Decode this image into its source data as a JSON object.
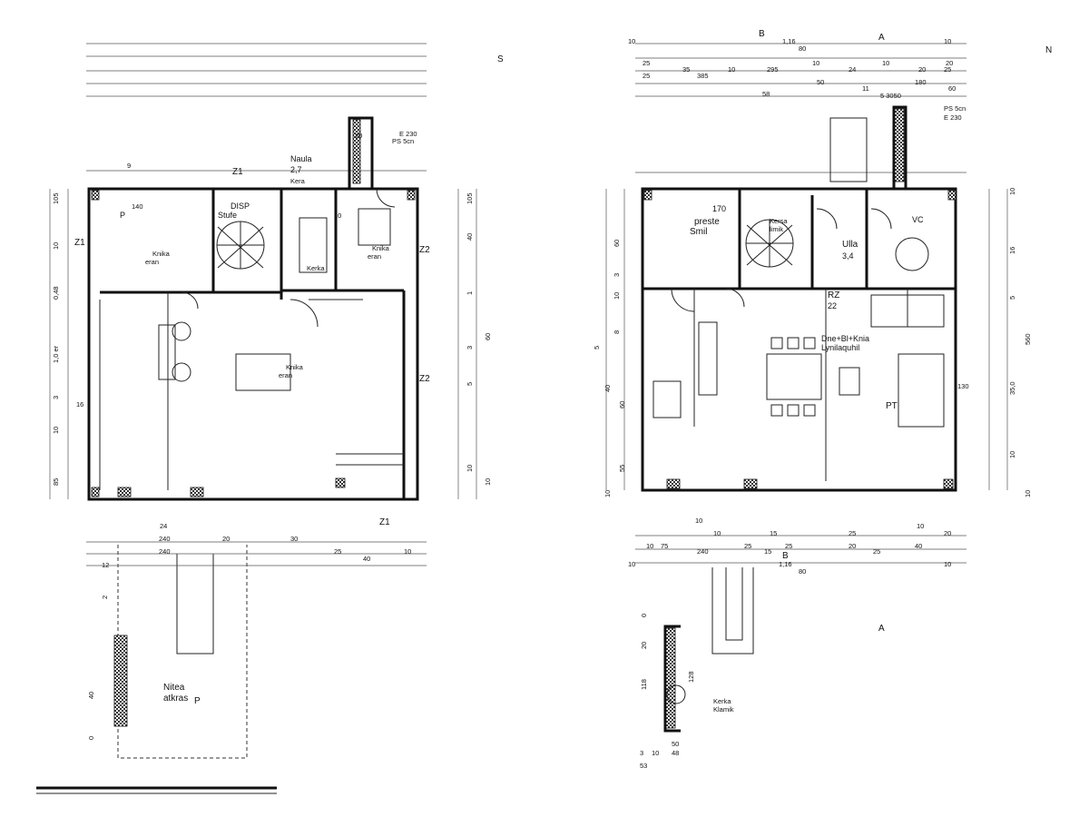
{
  "plans": {
    "left": {
      "north_mark": "S",
      "section_marks": [
        "Z1",
        "Z1",
        "Z2",
        "Z2",
        "Z1"
      ],
      "rooms": [
        {
          "name": "Naula",
          "value": "2,7",
          "sub": "Kera"
        },
        {
          "name": "DISP",
          "value": "",
          "sub": "Stufe"
        },
        {
          "name": "Knika",
          "value": "",
          "sub": "eran"
        },
        {
          "name": "Knika",
          "value": "",
          "sub": "eran"
        },
        {
          "name": "Knika",
          "value": "",
          "sub": "eran"
        },
        {
          "name": "Kerka",
          "value": "",
          "sub": ""
        },
        {
          "name": "P",
          "value": "",
          "sub": ""
        },
        {
          "name": "Nitea",
          "value": "P",
          "sub": "atkras"
        },
        {
          "name": "E 230",
          "value": "",
          "sub": "PS 5cn"
        }
      ],
      "dims_top": [
        "140",
        "9",
        "10",
        "20"
      ],
      "dims_left": [
        "105",
        "10",
        "0,48",
        "1,0 er",
        "3",
        "16",
        "10",
        "85"
      ],
      "dims_right": [
        "105",
        "40",
        "1",
        "60",
        "3",
        "5",
        "10",
        "10"
      ],
      "dims_bottom": [
        "24",
        "240",
        "20",
        "240",
        "25",
        "30",
        "40",
        "10"
      ],
      "dims_annex": [
        "2",
        "40",
        "0",
        "12"
      ]
    },
    "right": {
      "north_mark": "N",
      "section_marks": [
        "B",
        "A",
        "B",
        "A"
      ],
      "rooms": [
        {
          "name": "preste",
          "value": "170",
          "sub": "Smil"
        },
        {
          "name": "Kersa",
          "value": "",
          "sub": "limik"
        },
        {
          "name": "Ulla",
          "value": "3,4",
          "sub": ""
        },
        {
          "name": "VC",
          "value": "",
          "sub": ""
        },
        {
          "name": "RZ",
          "value": "22",
          "sub": ""
        },
        {
          "name": "Dne+Bl+Knia",
          "value": "",
          "sub": "Lynilaquhil"
        },
        {
          "name": "PT",
          "value": "",
          "sub": ""
        },
        {
          "name": "Kerka",
          "value": "",
          "sub": "Klamik"
        },
        {
          "name": "PS 5cn",
          "value": "",
          "sub": "E 230"
        }
      ],
      "dims_top_row1": [
        "10",
        "1,16",
        "80",
        "10",
        "20"
      ],
      "dims_top_row2": [
        "25",
        "35",
        "385",
        "10",
        "295",
        "10",
        "24",
        "10",
        "20",
        "25"
      ],
      "dims_top_row3": [
        "25",
        "58",
        "50",
        "11",
        "5 3050",
        "180",
        "60"
      ],
      "dims_left": [
        "60",
        "10",
        "3",
        "5",
        "8",
        "40",
        "60",
        "55",
        "10"
      ],
      "dims_right": [
        "10",
        "16",
        "5",
        "560",
        "130",
        "35,0",
        "10",
        "10"
      ],
      "dims_bottom_row1": [
        "10",
        "10",
        "15",
        "25",
        "10",
        "20"
      ],
      "dims_bottom_row2": [
        "10",
        "75",
        "240",
        "25",
        "15",
        "25",
        "20",
        "25",
        "40"
      ],
      "dims_bottom_row3": [
        "10",
        "1,16",
        "80",
        "10"
      ],
      "dims_annex": [
        "50",
        "3",
        "10",
        "48",
        "53",
        "118",
        "128",
        "20",
        "0"
      ]
    }
  }
}
